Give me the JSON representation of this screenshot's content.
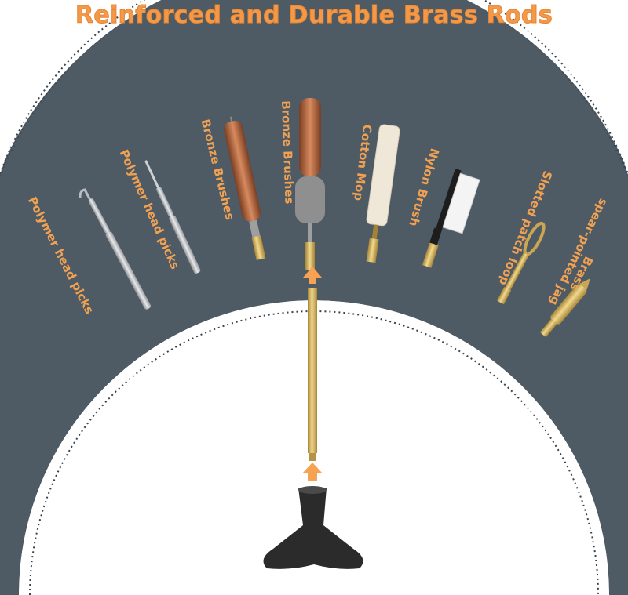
{
  "title": "Reinforced and Durable Brass Rods",
  "colors": {
    "band": "#4e5a64",
    "accent": "#f2994a",
    "brass": "#c9a653",
    "handle": "#2c2c2c",
    "background": "#ffffff"
  },
  "tools": [
    {
      "label": "Polymer head picks",
      "icon": "angled-pick"
    },
    {
      "label": "Polymer head picks",
      "icon": "straight-pick"
    },
    {
      "label": "Bronze Brushes",
      "icon": "bronze-brush-small"
    },
    {
      "label": "Bronze Brushes",
      "icon": "bronze-brush-large"
    },
    {
      "label": "Cotton Mop",
      "icon": "cotton-mop"
    },
    {
      "label": "Nylon Brush",
      "icon": "nylon-brush"
    },
    {
      "label": "Slotted patch loop",
      "icon": "patch-loop"
    },
    {
      "label_line1": "spear-pointed jag",
      "label_line2": "Brass",
      "icon": "brass-jag"
    }
  ],
  "parts": {
    "rod": "brass-rod",
    "handle": "t-handle",
    "arrows": [
      "up-arrow",
      "up-arrow"
    ]
  }
}
